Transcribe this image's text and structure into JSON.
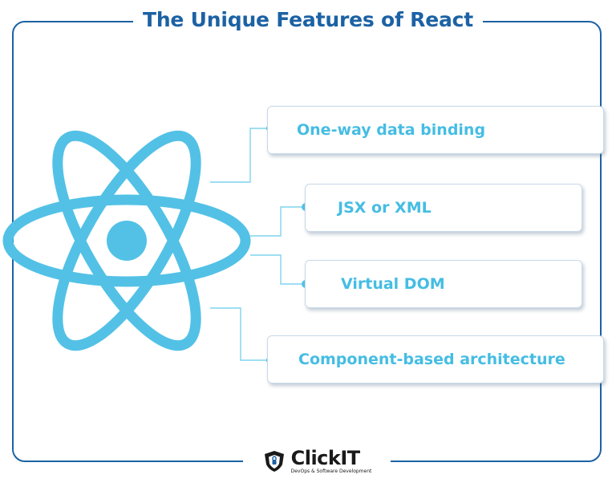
{
  "title": "The Unique Features of React",
  "features": [
    "One-way data binding",
    "JSX or XML",
    "Virtual DOM",
    "Component-based architecture"
  ],
  "brand": {
    "name": "ClickIT",
    "tagline": "DevOps & Software Development"
  },
  "colors": {
    "frame": "#1c62a4",
    "title": "#1c62a4",
    "react_logo": "#53c1e6",
    "feature_text": "#45bde3",
    "connector": "#7fd3ee"
  },
  "icons": [
    "react-logo-icon",
    "clickit-shield-icon"
  ]
}
